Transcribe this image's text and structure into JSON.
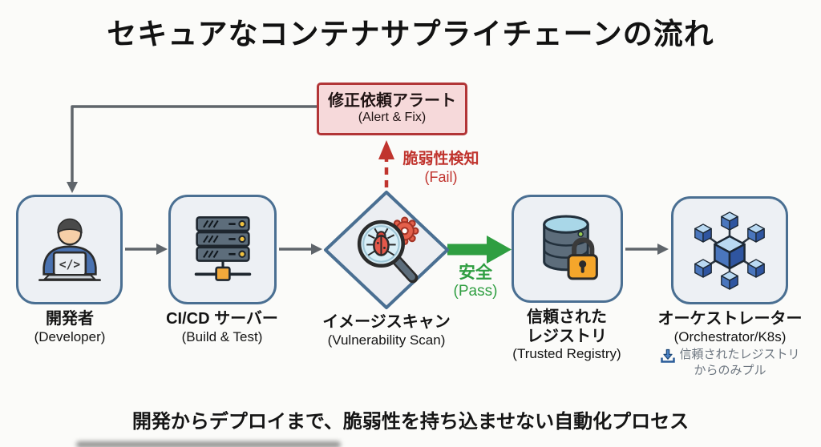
{
  "title": "セキュアなコンテナサプライチェーンの流れ",
  "footer": "開発からデプロイまで、脆弱性を持ち込ませない自動化プロセス",
  "alert": {
    "title": "修正依頼アラート",
    "subtitle": "(Alert & Fix)"
  },
  "edges": {
    "fail": {
      "label": "脆弱性検知",
      "sublabel": "(Fail)"
    },
    "pass": {
      "label": "安全",
      "sublabel": "(Pass)"
    }
  },
  "nodes": [
    {
      "id": "developer",
      "icon": "developer-icon",
      "label": "開発者",
      "sublabel": "(Developer)",
      "code_glyph": "</>"
    },
    {
      "id": "cicd-server",
      "icon": "server-stack-icon",
      "label": "CI/CD サーバー",
      "sublabel": "(Build & Test)"
    },
    {
      "id": "image-scan",
      "icon": "magnifier-bug-icon",
      "label": "イメージスキャン",
      "sublabel": "(Vulnerability Scan)"
    },
    {
      "id": "trusted-registry",
      "icon": "database-lock-icon",
      "label": "信頼された",
      "label2": "レジストリ",
      "sublabel": "(Trusted Registry)"
    },
    {
      "id": "orchestrator",
      "icon": "cube-cluster-icon",
      "label": "オーケストレーター",
      "sublabel": "(Orchestrator/K8s)",
      "note": {
        "icon": "download-icon",
        "line1": "信頼されたレジストリ",
        "line2": "からのみプル"
      }
    }
  ],
  "colors": {
    "background": "#fbfbf9",
    "node_fill": "#edf0f4",
    "node_border": "#4a6f92",
    "alert_fill": "#f6d9da",
    "alert_border": "#b23537",
    "fail_red": "#c0342e",
    "pass_green": "#2f9e41",
    "arrow_gray": "#5f656b",
    "note_gray": "#6d7680",
    "lock_orange": "#f5a62b",
    "cube_blue": "#3f6bb5"
  }
}
